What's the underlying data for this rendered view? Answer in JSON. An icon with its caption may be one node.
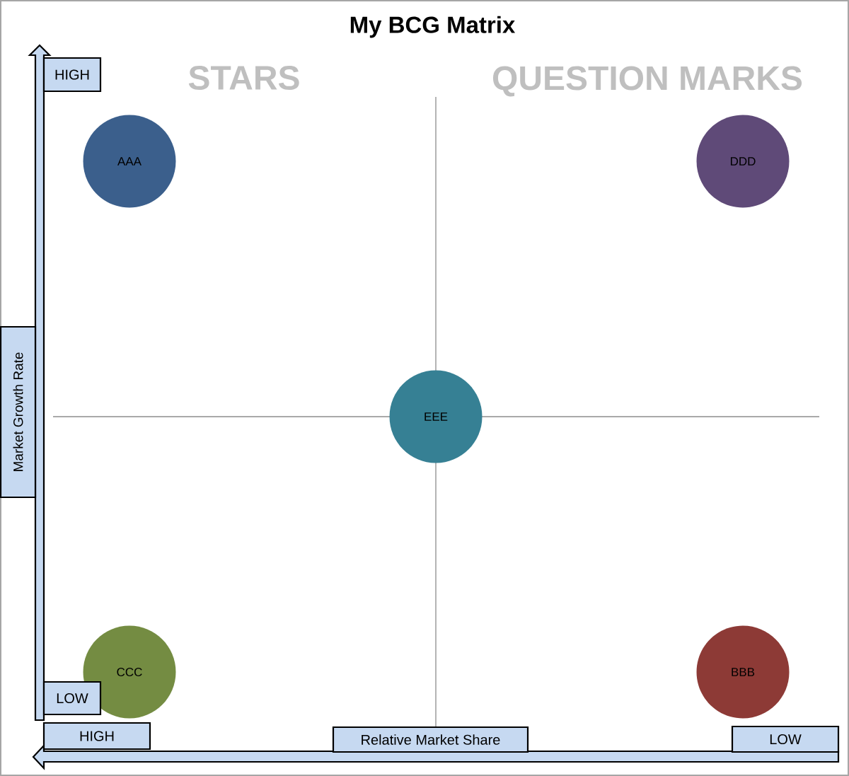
{
  "diagram": {
    "title": "My BCG Matrix",
    "nodes": [
      {
        "text": [
          "HIGH"
        ]
      },
      {
        "text": [
          "AAA"
        ]
      },
      {
        "text": [
          "DDD"
        ]
      },
      {
        "text": [
          "Market Growth Rate"
        ]
      },
      {
        "text": [
          "EEE"
        ]
      },
      {
        "text": [
          "CCC"
        ]
      },
      {
        "text": [
          "BBB"
        ]
      },
      {
        "text": [
          "LOW"
        ]
      },
      {
        "text": [
          "HIGH"
        ]
      },
      {
        "text": [
          "Relative Market Share"
        ]
      },
      {
        "text": [
          "LOW"
        ]
      }
    ],
    "labels": [
      "STARS",
      "QUESTION MARKS"
    ]
  }
}
